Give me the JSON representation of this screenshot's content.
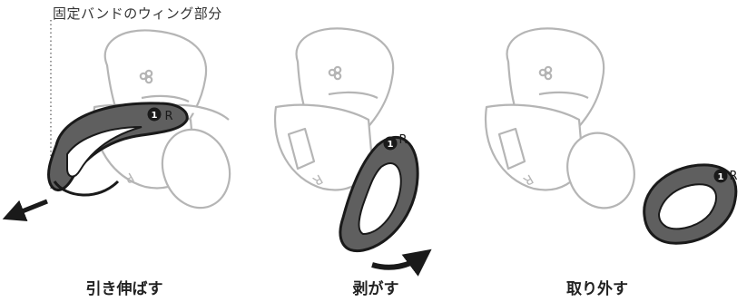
{
  "callout": {
    "label": "固定バンドのウィング部分"
  },
  "band_marker": {
    "number": "1",
    "side": "R"
  },
  "earbud_marker": {
    "side": "R"
  },
  "steps": [
    {
      "label": "引き伸ばす"
    },
    {
      "label": "剥がす"
    },
    {
      "label": "取り外す"
    }
  ],
  "colors": {
    "earbud_outline": "#b5b5b5",
    "band_fill": "#5f5f5f",
    "band_outline": "#1a1a1a",
    "arrow": "#1a1a1a"
  }
}
